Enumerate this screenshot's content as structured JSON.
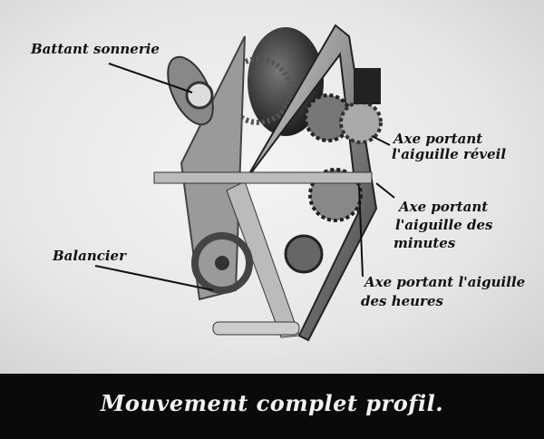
{
  "labels": {
    "battant": "Battant sonnerie",
    "reveil_1": "Axe portant",
    "reveil_2": "l'aiguille réveil",
    "minutes_1": "Axe portant",
    "minutes_2": "l'aiguille des",
    "minutes_3": "minutes",
    "heures_1": "Axe portant l'aiguille",
    "heures_2": "des heures",
    "balancier": "Balancier"
  },
  "caption": "Mouvement complet profil."
}
